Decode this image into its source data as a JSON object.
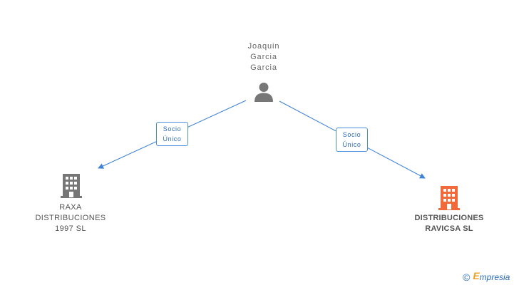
{
  "nodes": {
    "person": {
      "lines": [
        "Joaquin",
        "Garcia",
        "Garcia"
      ],
      "icon": "person-icon"
    },
    "company_left": {
      "lines": [
        "RAXA",
        "DISTRIBUCIONES",
        "1997 SL"
      ],
      "icon": "building-icon",
      "color": "#777777"
    },
    "company_right": {
      "lines": [
        "DISTRIBUCIONES",
        "RAVICSA SL"
      ],
      "icon": "building-icon",
      "color": "#f26a3a"
    }
  },
  "edges": [
    {
      "from": "person",
      "to": "company_left",
      "label_lines": [
        "Socio",
        "Único"
      ]
    },
    {
      "from": "person",
      "to": "company_right",
      "label_lines": [
        "Socio",
        "Único"
      ]
    }
  ],
  "colors": {
    "edge": "#3c82d8",
    "person_icon": "#777777"
  },
  "brand": {
    "copyright": "©",
    "e_letter": "E",
    "rest": "mpresia"
  }
}
